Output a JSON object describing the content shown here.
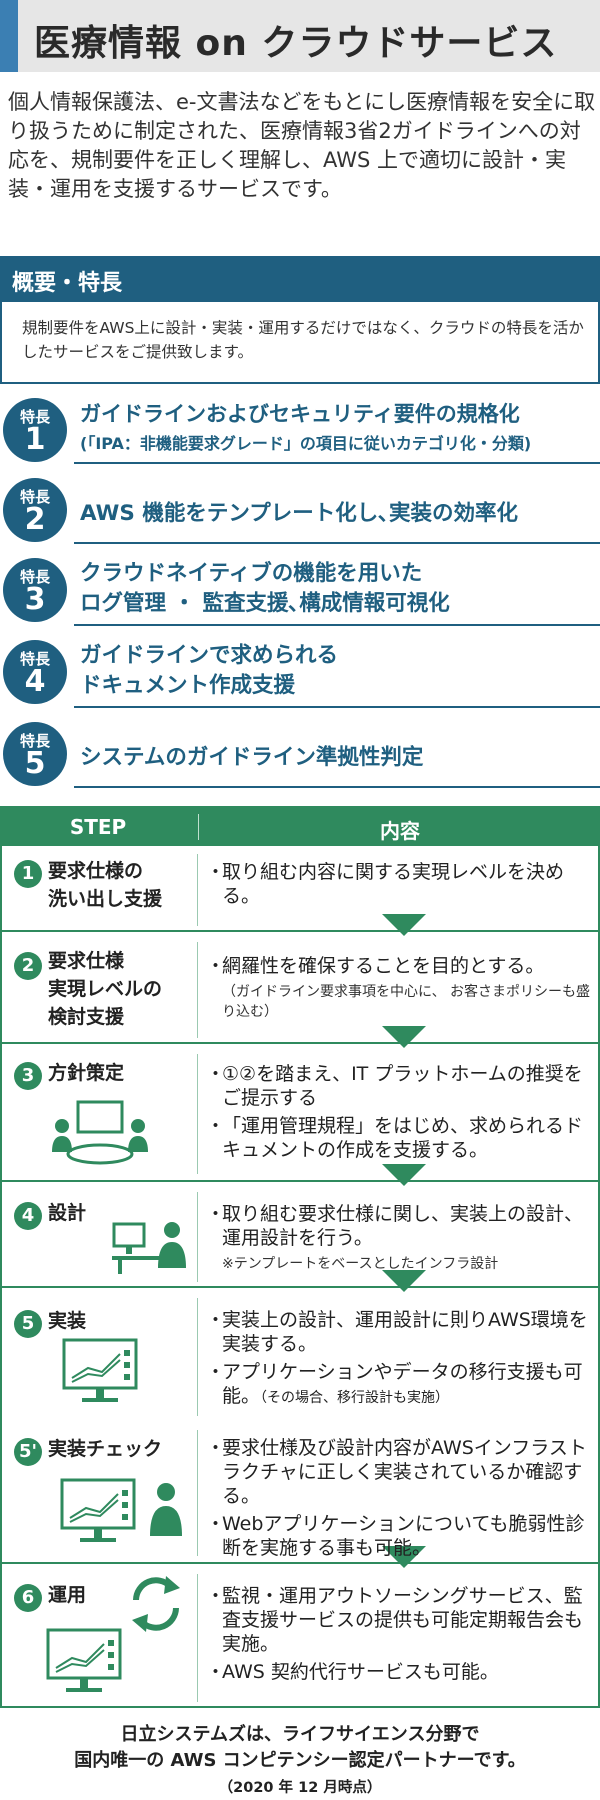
{
  "header": {
    "title": "医療情報 on クラウドサービス"
  },
  "intro": "個人情報保護法、e-文書法などをもとにし医療情報を安全に取り扱うために制定された、医療情報3省2ガイドラインへの対応を、規制要件を正しく理解し、AWS 上で適切に設計・実装・運用を支援するサービスです。",
  "overview": {
    "title": "概要・特長",
    "text": "規制要件をAWS上に設計・実装・運用するだけではなく、クラウドの特長を活かしたサービスをご提供致します。"
  },
  "features": [
    {
      "label": "特長",
      "num": "1",
      "line1": "ガイドラインおよびセキュリティ要件の規格化",
      "sub": "(「IPA：非機能要求グレード」の項目に従いカテゴリ化・分類)"
    },
    {
      "label": "特長",
      "num": "2",
      "line1": "AWS 機能をテンプレート化し､実装の効率化"
    },
    {
      "label": "特長",
      "num": "3",
      "line1": "クラウドネイティブの機能を用いた",
      "line2": "ログ管理 ・ 監査支援､構成情報可視化"
    },
    {
      "label": "特長",
      "num": "4",
      "line1": "ガイドラインで求められる",
      "line2": "ドキュメント作成支援"
    },
    {
      "label": "特長",
      "num": "5",
      "line1": "システムのガイドライン準拠性判定"
    }
  ],
  "steps": {
    "header_step": "STEP",
    "header_content": "内容",
    "rows": [
      {
        "num": "1",
        "title1": "要求仕様の",
        "title2": "洗い出し支援",
        "b1": "取り組む内容に関する実現レベルを決める。"
      },
      {
        "num": "2",
        "title1": "要求仕様",
        "title2": "実現レベルの",
        "title3": "検討支援",
        "b1": "網羅性を確保することを目的とする。",
        "note": "（ガイドライン要求事項を中心に、 お客さまポリシーも盛り込む）"
      },
      {
        "num": "3",
        "title1": "方針策定",
        "b1": "①②を踏まえ、IT プラットホームの推奨をご提示する",
        "b2": "「運用管理規程」をはじめ、求められるドキュメントの作成を支援する。"
      },
      {
        "num": "4",
        "title1": "設計",
        "b1": "取り組む要求仕様に関し、実装上の設計、運用設計を行う。",
        "note": "※テンプレートをベースとしたインフラ設計"
      },
      {
        "num": "5",
        "title1": "実装",
        "b1": "実装上の設計、運用設計に則りAWS環境を実装する。",
        "b2": "アプリケーションやデータの移行支援も可能。",
        "b2note": "（その場合、移行設計も実施）"
      },
      {
        "num": "5'",
        "title1": "実装チェック",
        "b1": "要求仕様及び設計内容がAWSインフラストラクチャに正しく実装されているか確認する。",
        "b2": "Webアプリケーションについても脆弱性診断を実施する事も可能。"
      },
      {
        "num": "6",
        "title1": "運用",
        "b1": "監視・運用アウトソーシングサービス、監査支援サービスの提供も可能定期報告会も実施。",
        "b2": "AWS 契約代行サービスも可能。"
      }
    ],
    "bullet": "・"
  },
  "footer": {
    "line1": "日立システムズは、ライフサイエンス分野で",
    "line2": "国内唯一の AWS コンピテンシー認定パートナーです。",
    "note": "（2020 年 12 月時点）"
  },
  "colors": {
    "navy": "#1f5f80",
    "green": "#2f8a5e",
    "accent_blue": "#3b7fb3"
  },
  "icons": [
    "meeting-icon",
    "desk-worker-icon",
    "chart-monitor-icon",
    "refresh-cycle-icon"
  ]
}
